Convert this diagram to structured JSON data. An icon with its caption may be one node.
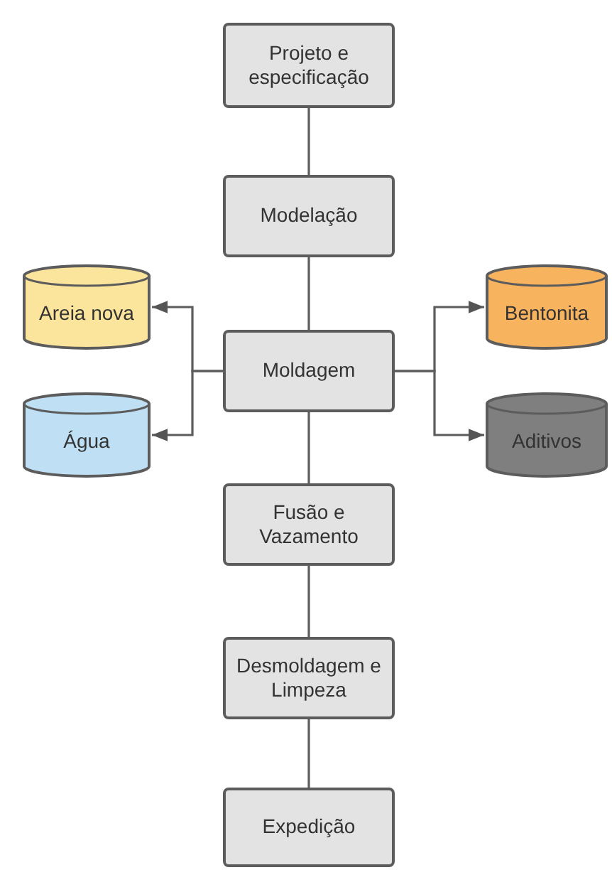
{
  "diagram": {
    "nodes": [
      {
        "text": [
          "Projeto e especificação"
        ]
      },
      {
        "text": [
          "Modelação"
        ]
      },
      {
        "text": [
          "Areia nova"
        ]
      },
      {
        "text": [
          "Moldagem"
        ]
      },
      {
        "text": [
          "Bentonita"
        ]
      },
      {
        "text": [
          "Água"
        ]
      },
      {
        "text": [
          "Aditivos"
        ]
      },
      {
        "text": [
          "Fusão e Vazamento"
        ]
      },
      {
        "text": [
          "Desmoldagem e Limpeza"
        ]
      },
      {
        "text": [
          "Expedição"
        ]
      }
    ],
    "edges": [
      {
        "from": 0,
        "to": 1,
        "arrow": "none"
      },
      {
        "from": 1,
        "to": 3,
        "arrow": "none"
      },
      {
        "from": 3,
        "to": 2,
        "arrow": "to"
      },
      {
        "from": 3,
        "to": 5,
        "arrow": "to"
      },
      {
        "from": 3,
        "to": 4,
        "arrow": "to"
      },
      {
        "from": 3,
        "to": 6,
        "arrow": "to"
      },
      {
        "from": 3,
        "to": 7,
        "arrow": "none"
      },
      {
        "from": 7,
        "to": 8,
        "arrow": "none"
      },
      {
        "from": 8,
        "to": 9,
        "arrow": "none"
      }
    ]
  }
}
